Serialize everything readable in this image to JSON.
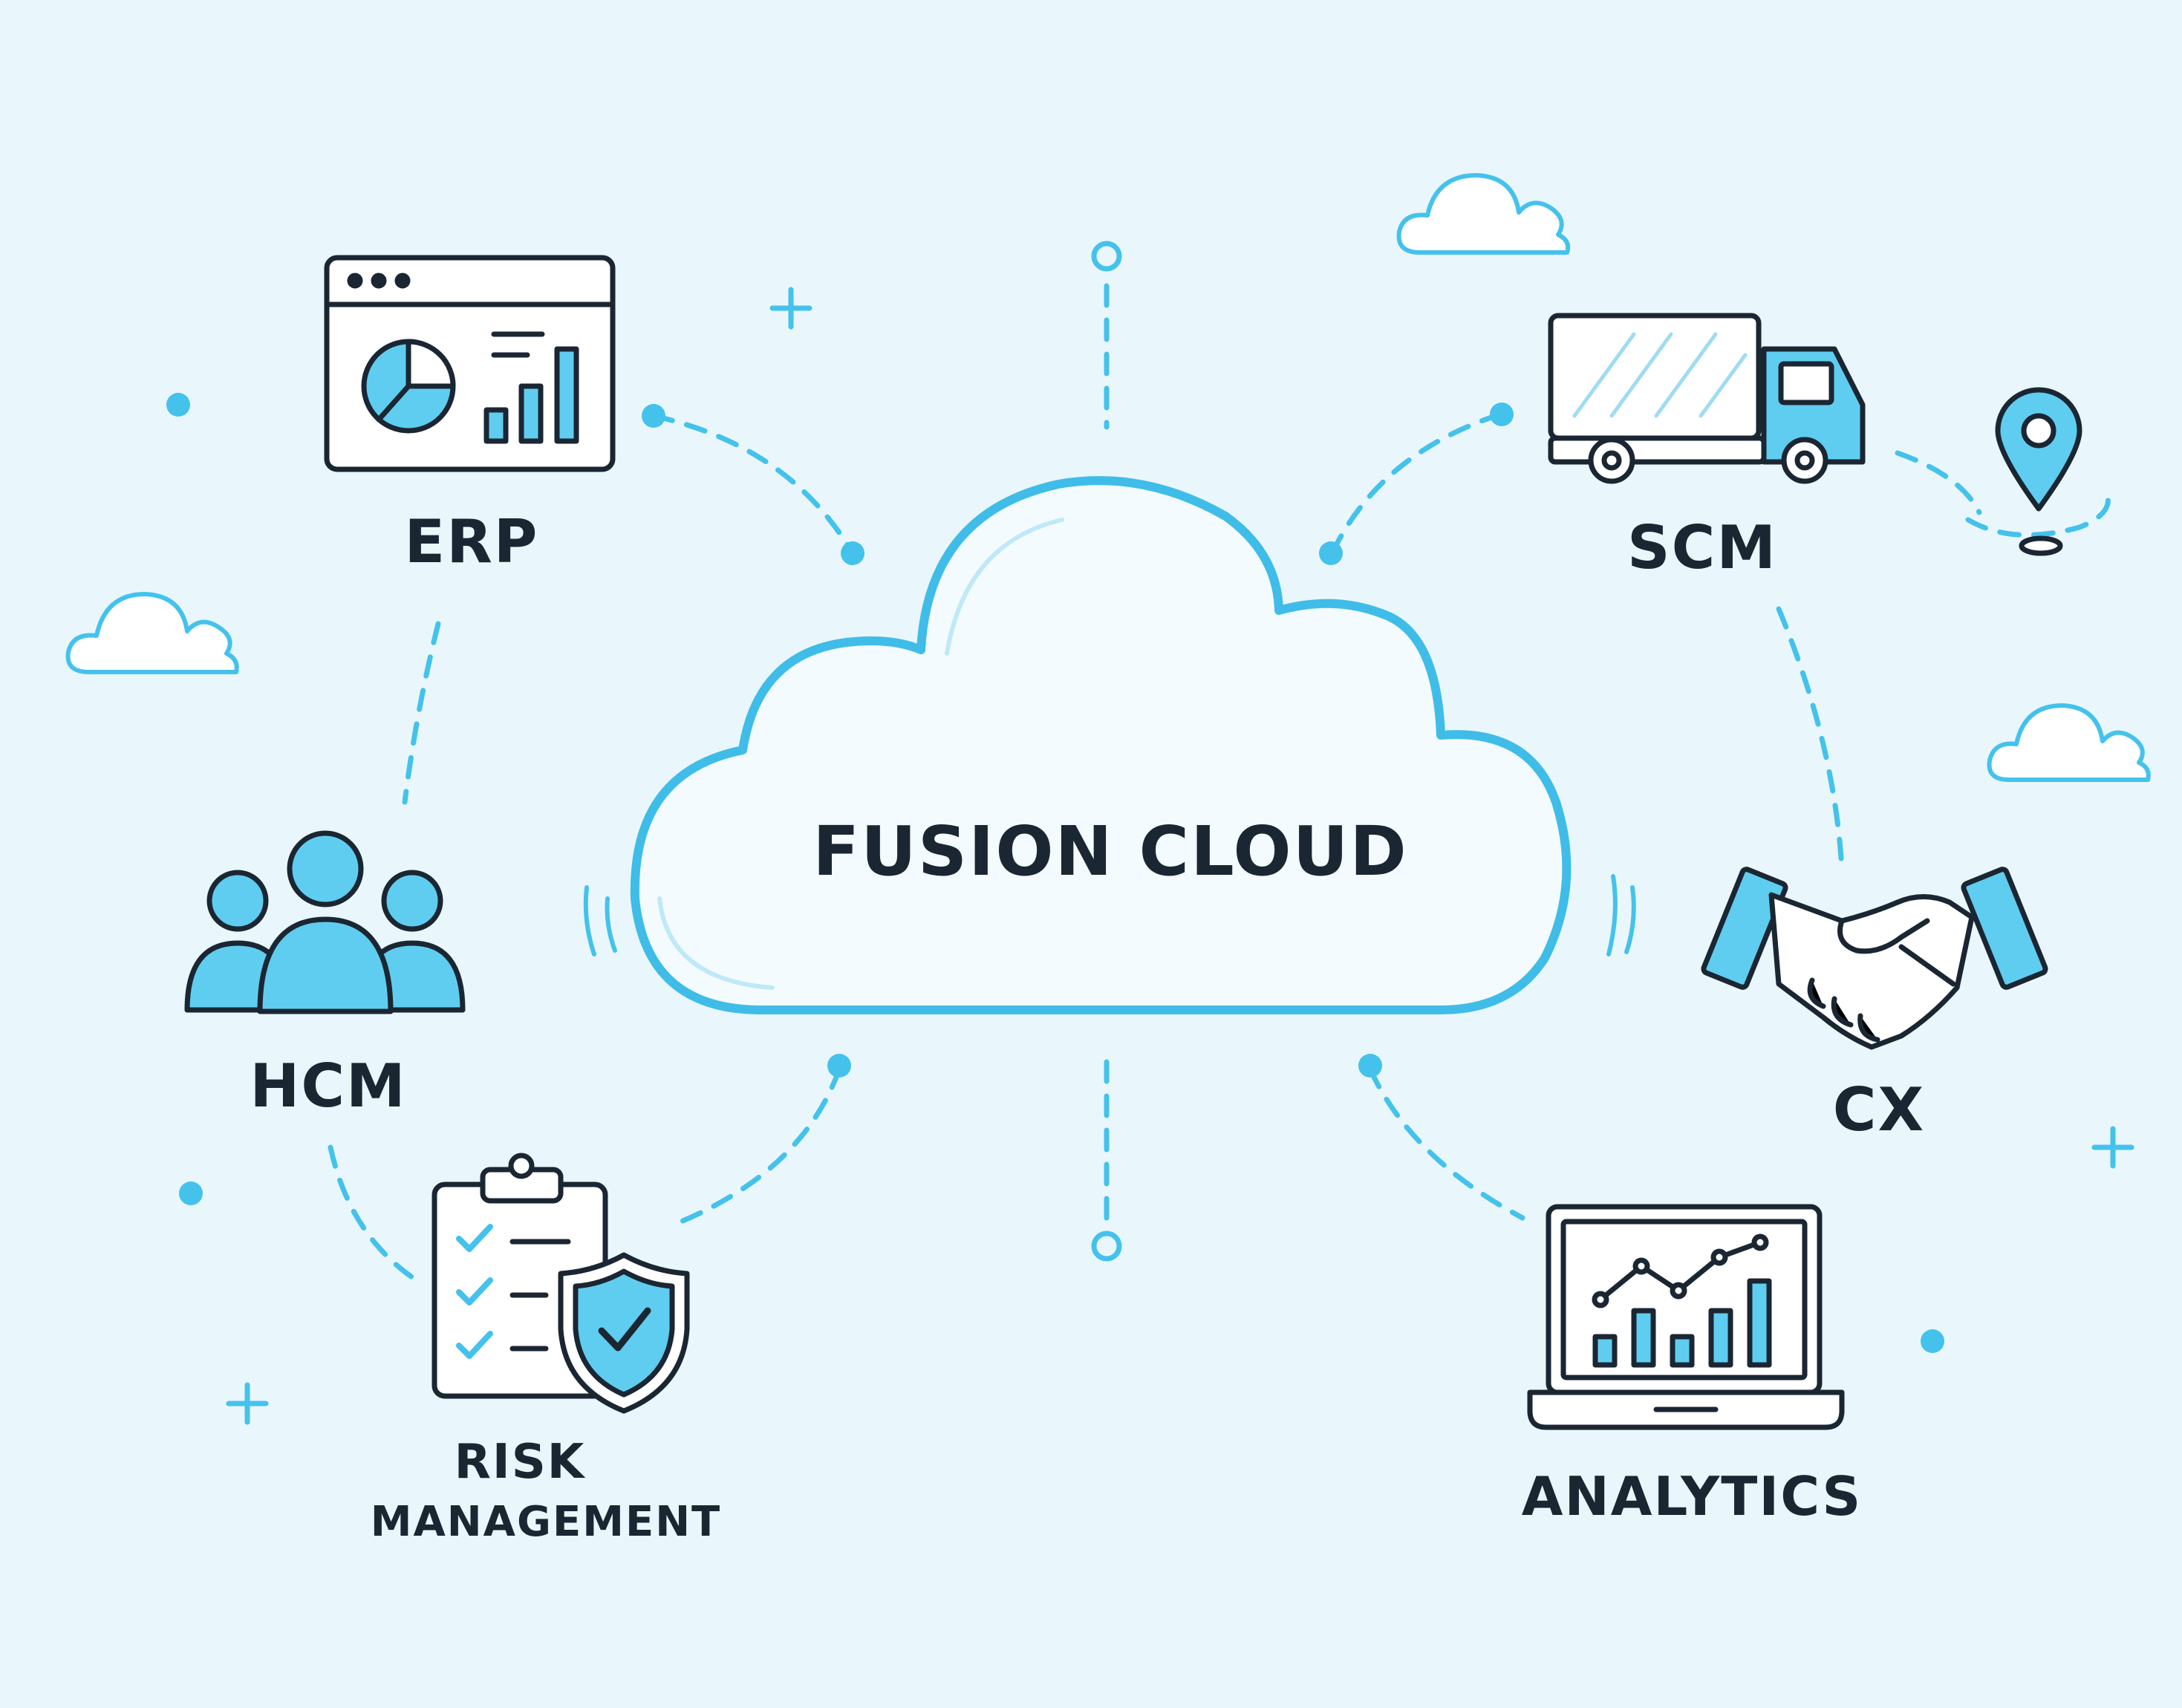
{
  "center": {
    "title": "FUSION CLOUD"
  },
  "modules": {
    "erp": {
      "label": "ERP"
    },
    "hcm": {
      "label": "HCM"
    },
    "risk": {
      "label_line1": "RISK",
      "label_line2": "MANAGEMENT"
    },
    "scm": {
      "label": "SCM"
    },
    "cx": {
      "label": "CX"
    },
    "analytics": {
      "label": "ANALYTICS"
    }
  },
  "icons": {
    "erp": "dashboard-window-icon",
    "hcm": "people-group-icon",
    "risk": "clipboard-shield-icon",
    "scm": "delivery-truck-icon",
    "scm_extra": "location-pin-icon",
    "cx": "handshake-icon",
    "analytics": "laptop-chart-icon"
  },
  "colors": {
    "accent": "#44c2ec",
    "outline": "#1b2633",
    "background": "#e9f7fd"
  }
}
